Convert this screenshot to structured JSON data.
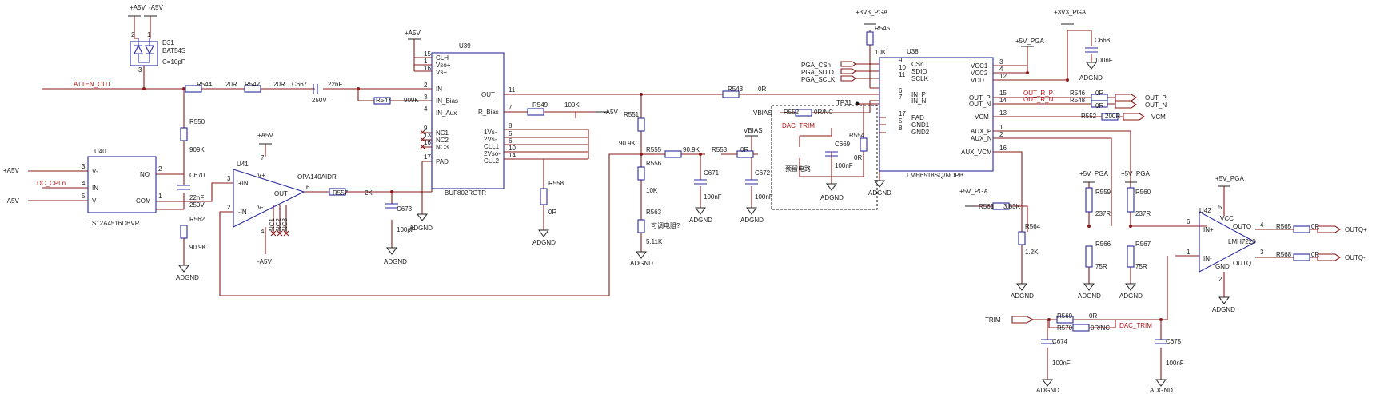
{
  "texts": [
    {
      "k": "a5v_top1",
      "t": "+A5V"
    },
    {
      "k": "a5v_top2",
      "t": "-A5V"
    },
    {
      "k": "d31",
      "t": "D31"
    },
    {
      "k": "d31_pn",
      "t": "BAT54S"
    },
    {
      "k": "d31_c",
      "t": "C=10pF"
    },
    {
      "k": "d31_p2",
      "t": "2"
    },
    {
      "k": "d31_p1",
      "t": "1"
    },
    {
      "k": "d31_p3",
      "t": "3"
    },
    {
      "k": "atten",
      "t": "ATTEN_OUT"
    },
    {
      "k": "r544",
      "t": "R544"
    },
    {
      "k": "r544v",
      "t": "20R"
    },
    {
      "k": "r542",
      "t": "R542"
    },
    {
      "k": "r542v",
      "t": "20R"
    },
    {
      "k": "c667",
      "t": "C667"
    },
    {
      "k": "c667v",
      "t": "22nF"
    },
    {
      "k": "c667v2",
      "t": "250V"
    },
    {
      "k": "r547",
      "t": "R547"
    },
    {
      "k": "r547v",
      "t": "909K"
    },
    {
      "k": "r550",
      "t": "R550"
    },
    {
      "k": "r550v",
      "t": "909K"
    },
    {
      "k": "c670",
      "t": "C670"
    },
    {
      "k": "c670v",
      "t": "22nF"
    },
    {
      "k": "c670v2",
      "t": "250V"
    },
    {
      "k": "r562",
      "t": "R562"
    },
    {
      "k": "r562v",
      "t": "90.9K"
    },
    {
      "k": "gnd_a",
      "t": "ADGND"
    },
    {
      "k": "u40",
      "t": "U40"
    },
    {
      "k": "u40pn",
      "t": "TS12A4516DBVR"
    },
    {
      "k": "u40_vm",
      "t": "V-"
    },
    {
      "k": "u40_in",
      "t": "IN"
    },
    {
      "k": "u40_vp",
      "t": "V+"
    },
    {
      "k": "u40_no",
      "t": "NO"
    },
    {
      "k": "u40_com",
      "t": "COM"
    },
    {
      "k": "u40_3",
      "t": "3"
    },
    {
      "k": "u40_4",
      "t": "4"
    },
    {
      "k": "u40_5",
      "t": "5"
    },
    {
      "k": "u40_2",
      "t": "2"
    },
    {
      "k": "u40_1",
      "t": "1"
    },
    {
      "k": "a5v_l1",
      "t": "+A5V"
    },
    {
      "k": "dccpl",
      "t": "DC_CPLn"
    },
    {
      "k": "a5v_l2",
      "t": "-A5V"
    },
    {
      "k": "u41",
      "t": "U41"
    },
    {
      "k": "u41pn",
      "t": "OPA140AIDR"
    },
    {
      "k": "u41_inp",
      "t": "+IN"
    },
    {
      "k": "u41_inn",
      "t": "-IN"
    },
    {
      "k": "u41_out",
      "t": "OUT"
    },
    {
      "k": "u41_vp",
      "t": "V+"
    },
    {
      "k": "u41_vm",
      "t": "V-"
    },
    {
      "k": "u41_3",
      "t": "3"
    },
    {
      "k": "u41_2",
      "t": "2"
    },
    {
      "k": "u41_6",
      "t": "6"
    },
    {
      "k": "u41_7",
      "t": "7"
    },
    {
      "k": "u41_4",
      "t": "4"
    },
    {
      "k": "u41_nc1",
      "t": "NC1"
    },
    {
      "k": "u41_nc2",
      "t": "NC2"
    },
    {
      "k": "u41_nc3",
      "t": "NC3"
    },
    {
      "k": "u41_a5v",
      "t": "+A5V"
    },
    {
      "k": "u41_a5vm",
      "t": "-A5V"
    },
    {
      "k": "r557",
      "t": "R557"
    },
    {
      "k": "r557v",
      "t": "2K"
    },
    {
      "k": "c673",
      "t": "C673"
    },
    {
      "k": "c673v",
      "t": "100pF"
    },
    {
      "k": "gnd_c673",
      "t": "ADGND"
    },
    {
      "k": "u39_a5v",
      "t": "+A5V"
    },
    {
      "k": "u39",
      "t": "U39"
    },
    {
      "k": "u39pn",
      "t": "BUF802RGTR"
    },
    {
      "k": "u39_clh",
      "t": "CLH"
    },
    {
      "k": "u39_vsop",
      "t": "Vso+"
    },
    {
      "k": "u39_vsp",
      "t": "Vs+"
    },
    {
      "k": "u39_in",
      "t": "IN"
    },
    {
      "k": "u39_inb",
      "t": "IN_Bias"
    },
    {
      "k": "u39_inaux",
      "t": "IN_Aux"
    },
    {
      "k": "u39_nc1",
      "t": "NC1"
    },
    {
      "k": "u39_nc2",
      "t": "NC2"
    },
    {
      "k": "u39_nc3",
      "t": "NC3"
    },
    {
      "k": "u39_pad",
      "t": "PAD"
    },
    {
      "k": "u39_out",
      "t": "OUT"
    },
    {
      "k": "u39_rb",
      "t": "R_Bias"
    },
    {
      "k": "u39_1vs",
      "t": "1Vs-"
    },
    {
      "k": "u39_2vs",
      "t": "2Vs-"
    },
    {
      "k": "u39_cll1",
      "t": "CLL1"
    },
    {
      "k": "u39_2vso",
      "t": "2Vso-"
    },
    {
      "k": "u39_cll2",
      "t": "CLL2"
    },
    {
      "k": "u39_15",
      "t": "15"
    },
    {
      "k": "u39_1",
      "t": "1"
    },
    {
      "k": "u39_16",
      "t": "16"
    },
    {
      "k": "u39_2",
      "t": "2"
    },
    {
      "k": "u39_3",
      "t": "3"
    },
    {
      "k": "u39_4",
      "t": "4"
    },
    {
      "k": "u39_9",
      "t": "9"
    },
    {
      "k": "u39_13",
      "t": "13"
    },
    {
      "k": "u39_16b",
      "t": "16"
    },
    {
      "k": "u39_17",
      "t": "17"
    },
    {
      "k": "u39_11",
      "t": "11"
    },
    {
      "k": "u39_7",
      "t": "7"
    },
    {
      "k": "u39_8",
      "t": "8"
    },
    {
      "k": "u39_5",
      "t": "5"
    },
    {
      "k": "u39_6",
      "t": "6"
    },
    {
      "k": "u39_10",
      "t": "10"
    },
    {
      "k": "u39_14",
      "t": "14"
    },
    {
      "k": "gnd_u39",
      "t": "ADGND"
    },
    {
      "k": "r549",
      "t": "R549"
    },
    {
      "k": "r549v",
      "t": "100K"
    },
    {
      "k": "r549_a5v",
      "t": "-A5V"
    },
    {
      "k": "r558",
      "t": "R558"
    },
    {
      "k": "r558v",
      "t": "0R"
    },
    {
      "k": "gnd_r558",
      "t": "ADGND"
    },
    {
      "k": "r551",
      "t": "R551"
    },
    {
      "k": "r551v",
      "t": "90.9K"
    },
    {
      "k": "r555",
      "t": "R555"
    },
    {
      "k": "r555v",
      "t": "90.9K"
    },
    {
      "k": "r556",
      "t": "R556"
    },
    {
      "k": "r556v",
      "t": "10K"
    },
    {
      "k": "r563",
      "t": "R563"
    },
    {
      "k": "r563v",
      "t": "5.11K"
    },
    {
      "k": "adj",
      "t": "可调电阻?"
    },
    {
      "k": "gnd_r563",
      "t": "ADGND"
    },
    {
      "k": "r553",
      "t": "R553"
    },
    {
      "k": "r553v",
      "t": "0R"
    },
    {
      "k": "c671",
      "t": "C671"
    },
    {
      "k": "c671v",
      "t": "100nF"
    },
    {
      "k": "gnd_c671",
      "t": "ADGND"
    },
    {
      "k": "vbias",
      "t": "VBIAS"
    },
    {
      "k": "c672",
      "t": "C672"
    },
    {
      "k": "c672v",
      "t": "100nF"
    },
    {
      "k": "gnd_c672",
      "t": "ADGND"
    },
    {
      "k": "r543",
      "t": "R543"
    },
    {
      "k": "r543v",
      "t": "0R"
    },
    {
      "k": "tp31",
      "t": "TP31"
    },
    {
      "k": "vbias2",
      "t": "VBIAS"
    },
    {
      "k": "r552",
      "t": "R552"
    },
    {
      "k": "r552v",
      "t": "0R/NC"
    },
    {
      "k": "dactrim",
      "t": "DAC_TRIM"
    },
    {
      "k": "c669",
      "t": "C669"
    },
    {
      "k": "c669v",
      "t": "100nF"
    },
    {
      "k": "r554",
      "t": "R554"
    },
    {
      "k": "r554v",
      "t": "0R"
    },
    {
      "k": "reserved",
      "t": "预留电路"
    },
    {
      "k": "gnd_box",
      "t": "ADGND"
    },
    {
      "k": "v33a",
      "t": "+3V3_PGA"
    },
    {
      "k": "r545",
      "t": "R545"
    },
    {
      "k": "r545v",
      "t": "10K"
    },
    {
      "k": "v33b",
      "t": "+3V3_PGA"
    },
    {
      "k": "c668",
      "t": "C668"
    },
    {
      "k": "c668v",
      "t": "100nF"
    },
    {
      "k": "gnd_c668",
      "t": "ADGND"
    },
    {
      "k": "v5a",
      "t": "+5V_PGA"
    },
    {
      "k": "pga_cs",
      "t": "PGA_CSn"
    },
    {
      "k": "pga_sdio",
      "t": "PGA_SDIO"
    },
    {
      "k": "pga_sclk",
      "t": "PGA_SCLK"
    },
    {
      "k": "u38",
      "t": "U38"
    },
    {
      "k": "u38pn",
      "t": "LMH6518SQ/NOPB"
    },
    {
      "k": "u38_csn",
      "t": "CSn"
    },
    {
      "k": "u38_sdio",
      "t": "SDIO"
    },
    {
      "k": "u38_sclk",
      "t": "SCLK"
    },
    {
      "k": "u38_inp",
      "t": "IN_P"
    },
    {
      "k": "u38_inn",
      "t": "IN_N"
    },
    {
      "k": "u38_pad",
      "t": "PAD"
    },
    {
      "k": "u38_gnd1",
      "t": "GND1"
    },
    {
      "k": "u38_gnd2",
      "t": "GND2"
    },
    {
      "k": "u38_vcc1",
      "t": "VCC1"
    },
    {
      "k": "u38_vcc2",
      "t": "VCC2"
    },
    {
      "k": "u38_vdd",
      "t": "VDD"
    },
    {
      "k": "u38_outp",
      "t": "OUT_P"
    },
    {
      "k": "u38_outn",
      "t": "OUT_N"
    },
    {
      "k": "u38_vcm",
      "t": "VCM"
    },
    {
      "k": "u38_auxp",
      "t": "AUX_P"
    },
    {
      "k": "u38_auxn",
      "t": "AUX_N"
    },
    {
      "k": "u38_auxvcm",
      "t": "AUX_VCM"
    },
    {
      "k": "u38_9",
      "t": "9"
    },
    {
      "k": "u38_10",
      "t": "10"
    },
    {
      "k": "u38_11",
      "t": "11"
    },
    {
      "k": "u38_6",
      "t": "6"
    },
    {
      "k": "u38_7",
      "t": "7"
    },
    {
      "k": "u38_17",
      "t": "17"
    },
    {
      "k": "u38_5",
      "t": "5"
    },
    {
      "k": "u38_8",
      "t": "8"
    },
    {
      "k": "u38_3",
      "t": "3"
    },
    {
      "k": "u38_4",
      "t": "4"
    },
    {
      "k": "u38_12",
      "t": "12"
    },
    {
      "k": "u38_15",
      "t": "15"
    },
    {
      "k": "u38_14",
      "t": "14"
    },
    {
      "k": "u38_13",
      "t": "13"
    },
    {
      "k": "u38_1",
      "t": "1"
    },
    {
      "k": "u38_2",
      "t": "2"
    },
    {
      "k": "u38_16",
      "t": "16"
    },
    {
      "k": "gnd_u38",
      "t": "ADGND"
    },
    {
      "k": "outrp",
      "t": "OUT_R_P"
    },
    {
      "k": "outrn",
      "t": "OUT_R_N"
    },
    {
      "k": "r546",
      "t": "R546"
    },
    {
      "k": "r546v",
      "t": "0R"
    },
    {
      "k": "r548",
      "t": "R548"
    },
    {
      "k": "r548v",
      "t": "0R"
    },
    {
      "k": "outp",
      "t": "OUT_P"
    },
    {
      "k": "outn",
      "t": "OUT_N"
    },
    {
      "k": "r552b",
      "t": "R552"
    },
    {
      "k": "r552bv",
      "t": "200R"
    },
    {
      "k": "vcm",
      "t": "VCM"
    },
    {
      "k": "v5b",
      "t": "+5V_PGA"
    },
    {
      "k": "r561",
      "t": "R561"
    },
    {
      "k": "r561v",
      "t": "3.83K"
    },
    {
      "k": "r564",
      "t": "R564"
    },
    {
      "k": "r564v",
      "t": "1.2K"
    },
    {
      "k": "gnd_r564",
      "t": "ADGND"
    },
    {
      "k": "v5c",
      "t": "+5V_PGA"
    },
    {
      "k": "r559",
      "t": "R559"
    },
    {
      "k": "r559v",
      "t": "237R"
    },
    {
      "k": "r566",
      "t": "R566"
    },
    {
      "k": "r566v",
      "t": "75R"
    },
    {
      "k": "gnd_r566",
      "t": "ADGND"
    },
    {
      "k": "v5d",
      "t": "+5V_PGA"
    },
    {
      "k": "r560",
      "t": "R560"
    },
    {
      "k": "r560v",
      "t": "237R"
    },
    {
      "k": "r567",
      "t": "R567"
    },
    {
      "k": "r567v",
      "t": "75R"
    },
    {
      "k": "gnd_r567",
      "t": "ADGND"
    },
    {
      "k": "v5e",
      "t": "+5V_PGA"
    },
    {
      "k": "u42",
      "t": "U42"
    },
    {
      "k": "u42pn",
      "t": "LMH7220"
    },
    {
      "k": "u42_inp",
      "t": "IN+"
    },
    {
      "k": "u42_inn",
      "t": "IN-"
    },
    {
      "k": "u42_vcc",
      "t": "VCC"
    },
    {
      "k": "u42_gnd",
      "t": "GND"
    },
    {
      "k": "u42_outq",
      "t": "OUTQ"
    },
    {
      "k": "u42_outqb",
      "t": "OUTQ"
    },
    {
      "k": "u42_6",
      "t": "6"
    },
    {
      "k": "u42_1",
      "t": "1"
    },
    {
      "k": "u42_5",
      "t": "5"
    },
    {
      "k": "u42_2",
      "t": "2"
    },
    {
      "k": "u42_4",
      "t": "4"
    },
    {
      "k": "u42_3",
      "t": "3"
    },
    {
      "k": "gnd_u42",
      "t": "ADGND"
    },
    {
      "k": "r565",
      "t": "R565"
    },
    {
      "k": "r565v",
      "t": "0R"
    },
    {
      "k": "outqp",
      "t": "OUTQ+"
    },
    {
      "k": "r568",
      "t": "R568"
    },
    {
      "k": "r568v",
      "t": "0R"
    },
    {
      "k": "outqm",
      "t": "OUTQ-"
    },
    {
      "k": "trim",
      "t": "TRIM"
    },
    {
      "k": "r569",
      "t": "R569"
    },
    {
      "k": "r569v",
      "t": "0R"
    },
    {
      "k": "r570",
      "t": "R570"
    },
    {
      "k": "r570v",
      "t": "0R/NC"
    },
    {
      "k": "dactrim2",
      "t": "DAC_TRIM"
    },
    {
      "k": "c674",
      "t": "C674"
    },
    {
      "k": "c674v",
      "t": "100nF"
    },
    {
      "k": "gnd_c674",
      "t": "ADGND"
    },
    {
      "k": "c675",
      "t": "C675"
    },
    {
      "k": "c675v",
      "t": "100nF"
    },
    {
      "k": "gnd_c675",
      "t": "ADGND"
    }
  ]
}
